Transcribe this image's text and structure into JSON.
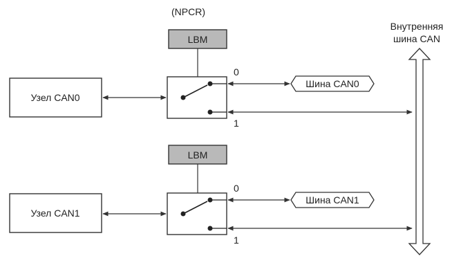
{
  "diagram": {
    "register_label": "(NPCR)",
    "bus_title_line1": "Внутренняя",
    "bus_title_line2": "шина CAN",
    "rows": [
      {
        "node_label": "Узел CAN0",
        "lbm_label": "LBM",
        "port0_label": "0",
        "port1_label": "1",
        "bus_label": "Шина CAN0"
      },
      {
        "node_label": "Узел CAN1",
        "lbm_label": "LBM",
        "port0_label": "0",
        "port1_label": "1",
        "bus_label": "Шина CAN1"
      }
    ]
  },
  "colors": {
    "lbm_fill": "#b9b9b9",
    "line": "#333333",
    "background": "#ffffff"
  }
}
